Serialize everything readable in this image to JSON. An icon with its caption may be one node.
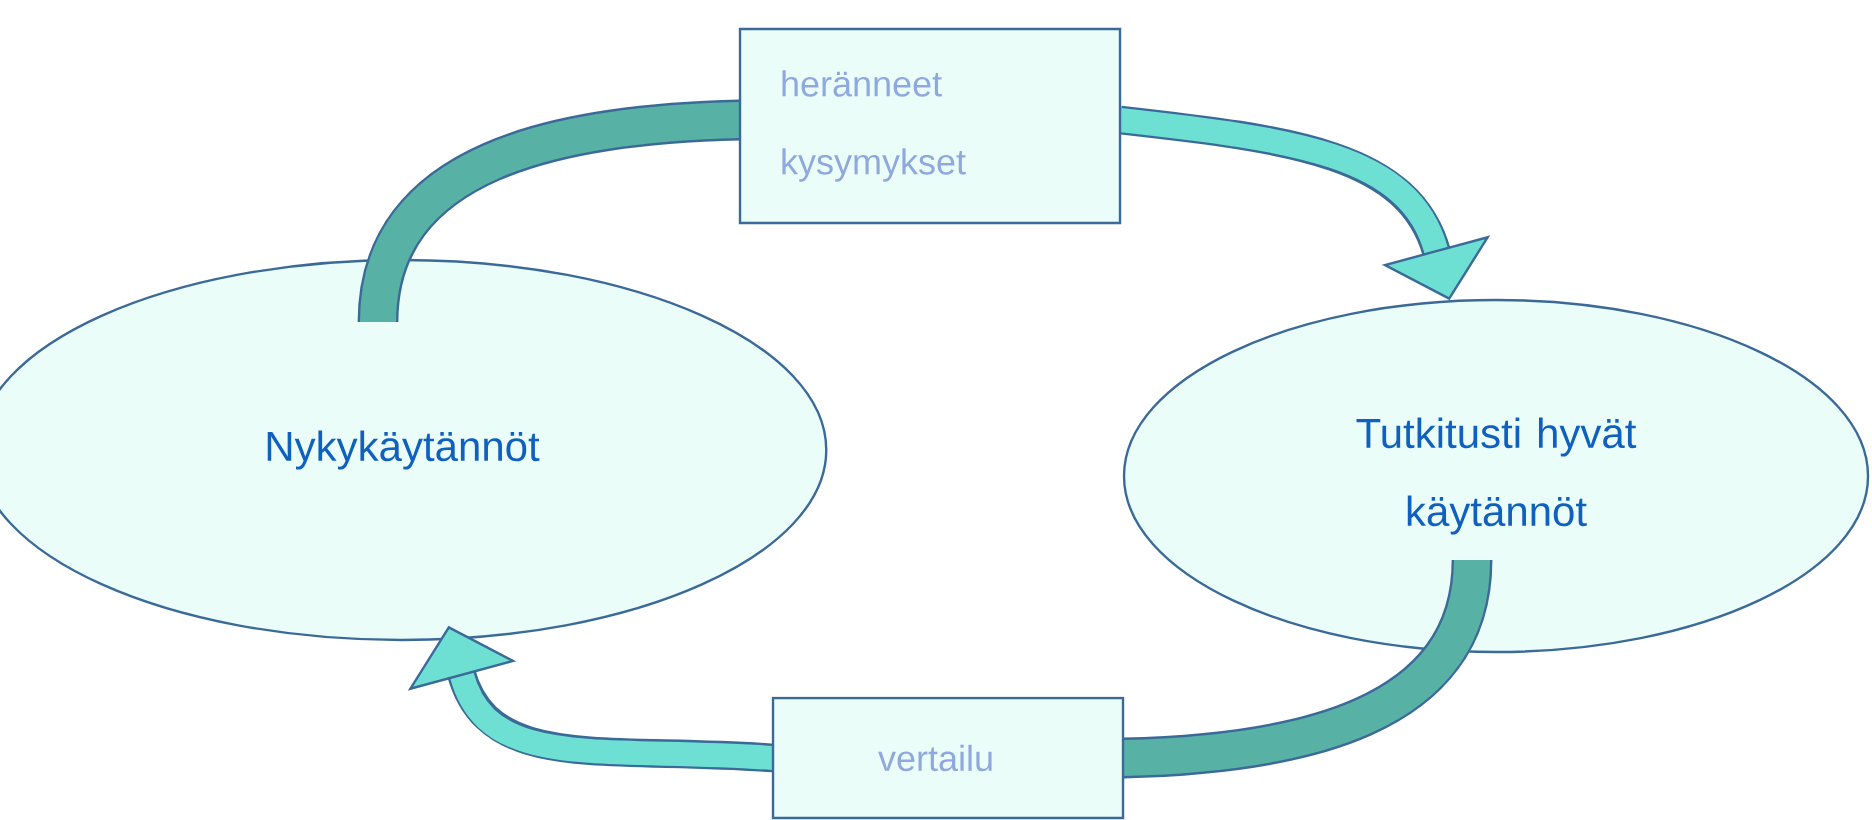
{
  "diagram": {
    "nodes": [
      {
        "text": [
          "Nykykäytännöt"
        ]
      },
      {
        "text": [
          "Tutkitusti hyvät käytännöt"
        ]
      },
      {
        "text": [
          "heränneet kysymykset"
        ]
      },
      {
        "text": [
          "vertailu"
        ]
      }
    ],
    "edges": [
      {
        "from": 0,
        "to": 2,
        "arrow": "none"
      },
      {
        "from": 2,
        "to": 1,
        "arrow": "to"
      },
      {
        "from": 1,
        "to": 3,
        "arrow": "none"
      },
      {
        "from": 3,
        "to": 0,
        "arrow": "to"
      }
    ]
  }
}
